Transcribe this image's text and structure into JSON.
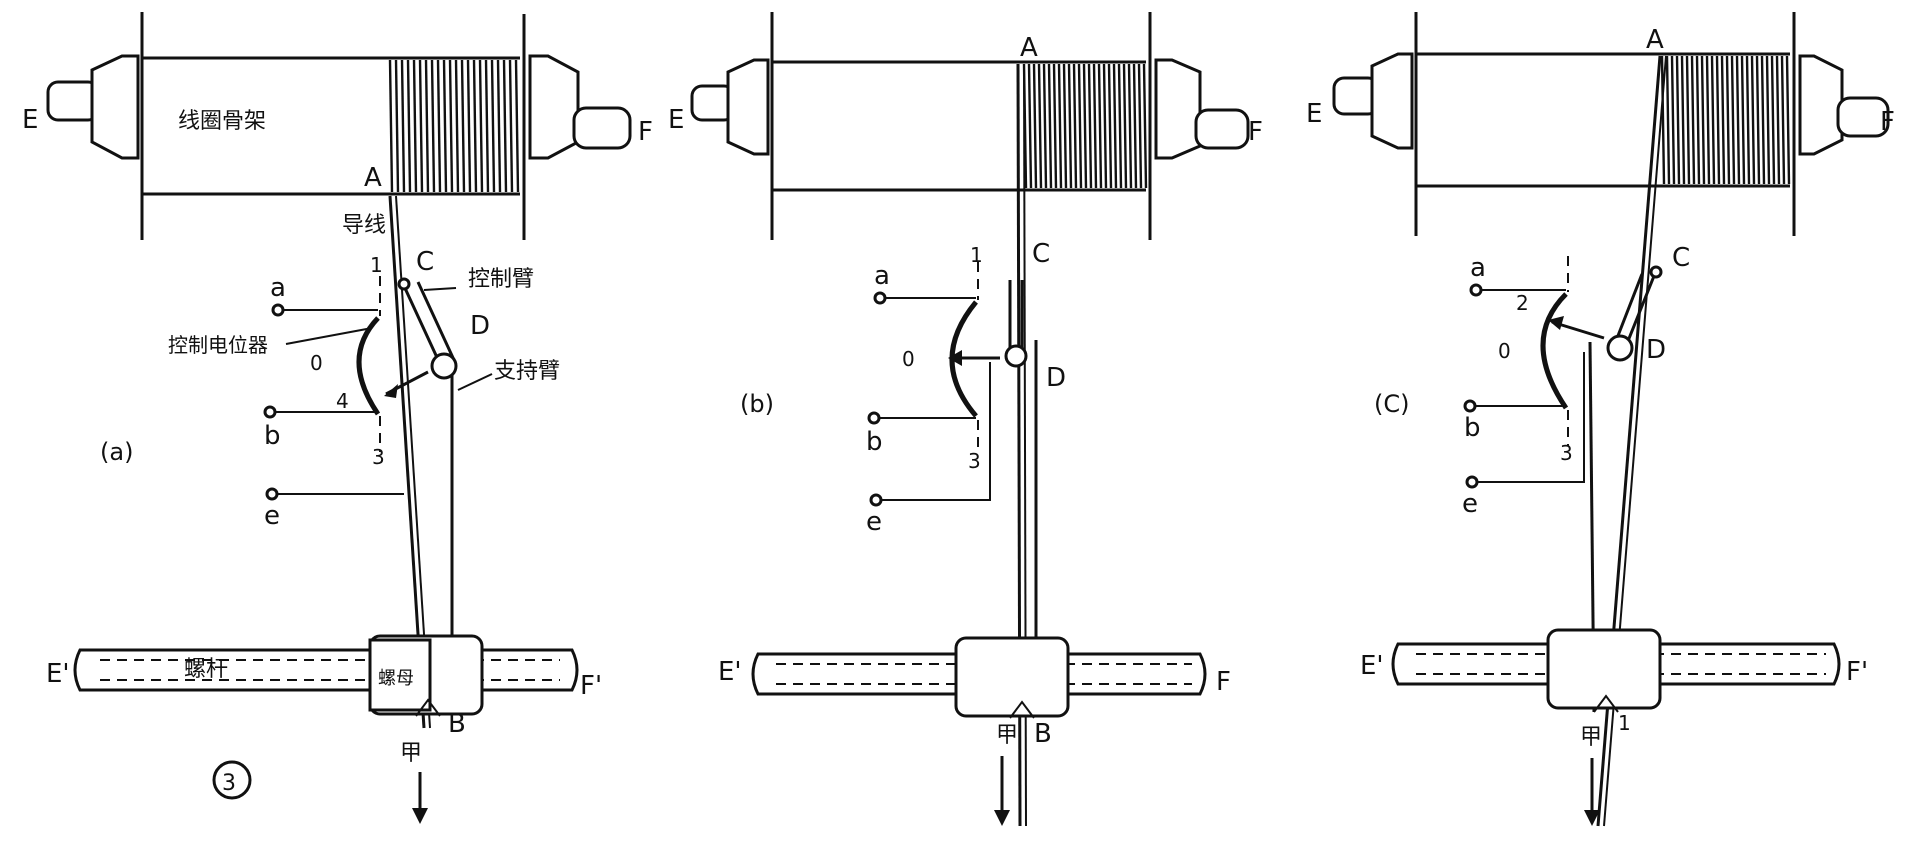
{
  "figure_number": "③",
  "panels": [
    {
      "caption": "(a)",
      "labels": {
        "E": "E",
        "F": "F",
        "A": "A",
        "B": "B",
        "C": "C",
        "D": "D",
        "a": "a",
        "b": "b",
        "e": "e",
        "pos_1": "1",
        "pos_0": "0",
        "pos_4": "4",
        "pos_3": "3",
        "E_prime": "E'",
        "F_prime": "F'",
        "jia": "甲"
      },
      "annotations": {
        "bobbin_frame": "线圈骨架",
        "lead_wire": "导线",
        "control_arm": "控制臂",
        "control_pot": "控制电位器",
        "support_arm": "支持臂",
        "lead_screw": "螺杆",
        "nut": "螺母"
      }
    },
    {
      "caption": "(b)",
      "labels": {
        "E": "E",
        "F": "F",
        "A": "A",
        "B": "B",
        "C": "C",
        "D": "D",
        "a": "a",
        "b": "b",
        "e": "e",
        "pos_1": "1",
        "pos_0": "0",
        "pos_3": "3",
        "E_prime": "E'",
        "F_prime": "F",
        "jia": "甲"
      }
    },
    {
      "caption": "(C)",
      "labels": {
        "E": "E",
        "F": "F",
        "A": "A",
        "C": "C",
        "D": "D",
        "a": "a",
        "b": "b",
        "e": "e",
        "pos_2": "2",
        "pos_0": "0",
        "pos_3": "3",
        "pos_1": "1",
        "E_prime": "E'",
        "F_prime": "F'",
        "jia": "甲"
      }
    }
  ]
}
